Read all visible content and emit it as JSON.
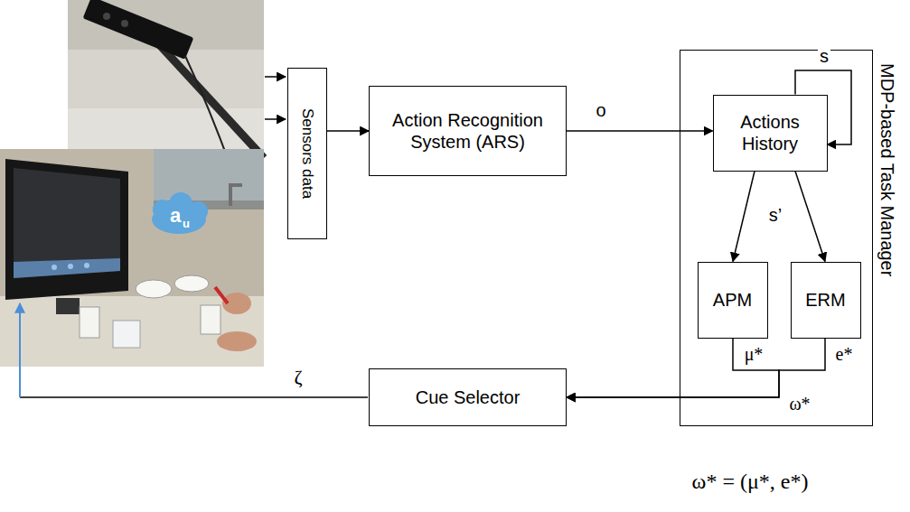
{
  "diagram": {
    "nodes": [
      {
        "text": [
          "Sensors data"
        ]
      },
      {
        "text": [
          "Action Recognition System (ARS)"
        ]
      },
      {
        "text": [
          "MDP-based Task Manager"
        ]
      },
      {
        "text": [
          "Actions History"
        ],
        "in": 2
      },
      {
        "text": [
          "APM"
        ],
        "in": 2
      },
      {
        "text": [
          "ERM"
        ],
        "in": 2
      },
      {
        "text": [
          "Cue Selector"
        ]
      }
    ],
    "edges": [
      {
        "from": 0,
        "to": 1,
        "arrow": "to"
      },
      {
        "from": 1,
        "to": 3,
        "label": "o",
        "arrow": "to"
      },
      {
        "from": 3,
        "to": 3,
        "label": "s",
        "arrow": "to"
      },
      {
        "from": 3,
        "to": 4,
        "label": "s’",
        "arrow": "to"
      },
      {
        "from": 3,
        "to": 5,
        "arrow": "to"
      },
      {
        "from": 4,
        "to": 6,
        "label": "μ*",
        "arrow": "to"
      },
      {
        "from": 5,
        "to": 6,
        "label": "e*",
        "arrow": "to"
      }
    ],
    "labels": [
      "a",
      "u",
      "ζ",
      "ω*",
      "ω* = (μ*, e*)"
    ]
  }
}
